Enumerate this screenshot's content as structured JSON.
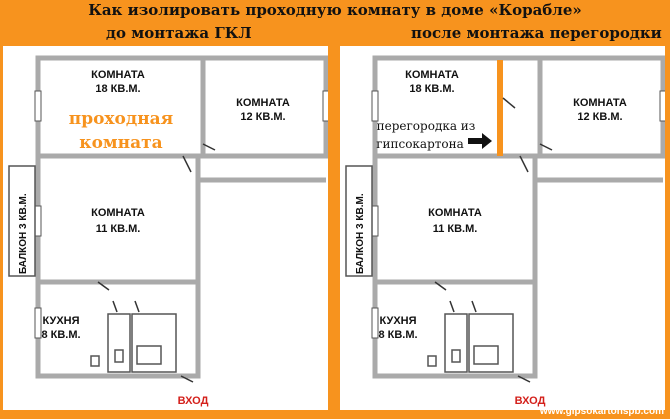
{
  "header": {
    "title": "Как изолировать проходную комнату в доме «Корабле»",
    "subtitle_before": "до монтажа ГКЛ",
    "subtitle_after": "после монтажа перегородки"
  },
  "before": {
    "room_big_name": "КОМНАТА",
    "room_big_area": "18 КВ.М.",
    "walkthrough_line1": "проходная",
    "walkthrough_line2": "комната",
    "room_right_name": "КОМНАТА",
    "room_right_area": "12 КВ.М.",
    "room_mid_name": "КОМНАТА",
    "room_mid_area": "11 КВ.М.",
    "balcony": "БАЛКОН 3 КВ.М.",
    "kitchen_name": "КУХНЯ",
    "kitchen_area": "8 КВ.М.",
    "entrance": "ВХОД"
  },
  "after": {
    "room_big_name": "КОМНАТА",
    "room_big_area": "18 КВ.М.",
    "partition_line1": "перегородка из",
    "partition_line2": "гипсокартона",
    "room_right_name": "КОМНАТА",
    "room_right_area": "12 КВ.М.",
    "room_mid_name": "КОМНАТА",
    "room_mid_area": "11 КВ.М.",
    "balcony": "БАЛКОН 3 КВ.М.",
    "kitchen_name": "КУХНЯ",
    "kitchen_area": "8 КВ.М.",
    "entrance": "ВХОД"
  },
  "watermark": "www.gipsokartonspb.com",
  "colors": {
    "background": "#f7931e",
    "wall": "#aaaaaa",
    "partition": "#f7931e",
    "panel": "#ffffff"
  }
}
